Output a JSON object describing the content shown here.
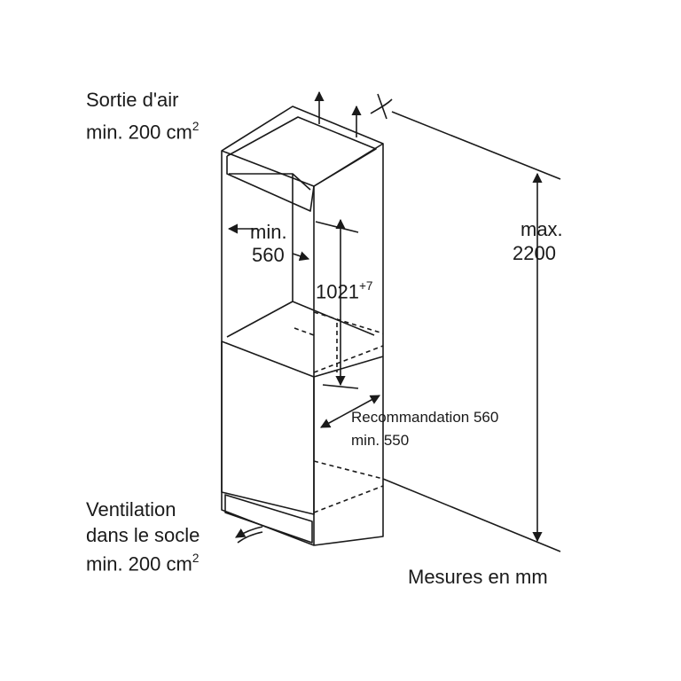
{
  "labels": {
    "air_outlet_title": "Sortie d'air",
    "air_outlet_area": "min. 200 cm",
    "air_outlet_exp": "2",
    "width_min_line1": "min.",
    "width_min_line2": "560",
    "niche_height": "1021",
    "niche_height_tol": "+7",
    "max_height_line1": "max.",
    "max_height_line2": "2200",
    "depth_recommend": "Recommandation 560",
    "depth_min": "min. 550",
    "vent_line1": "Ventilation",
    "vent_line2": "dans le socle",
    "vent_area": "min. 200 cm",
    "vent_exp": "2",
    "units_note": "Mesures en mm"
  },
  "colors": {
    "line": "#1a1a1a",
    "background": "#ffffff"
  },
  "icons": [
    "arrow-up-icon",
    "air-flow-arrow-icon"
  ]
}
